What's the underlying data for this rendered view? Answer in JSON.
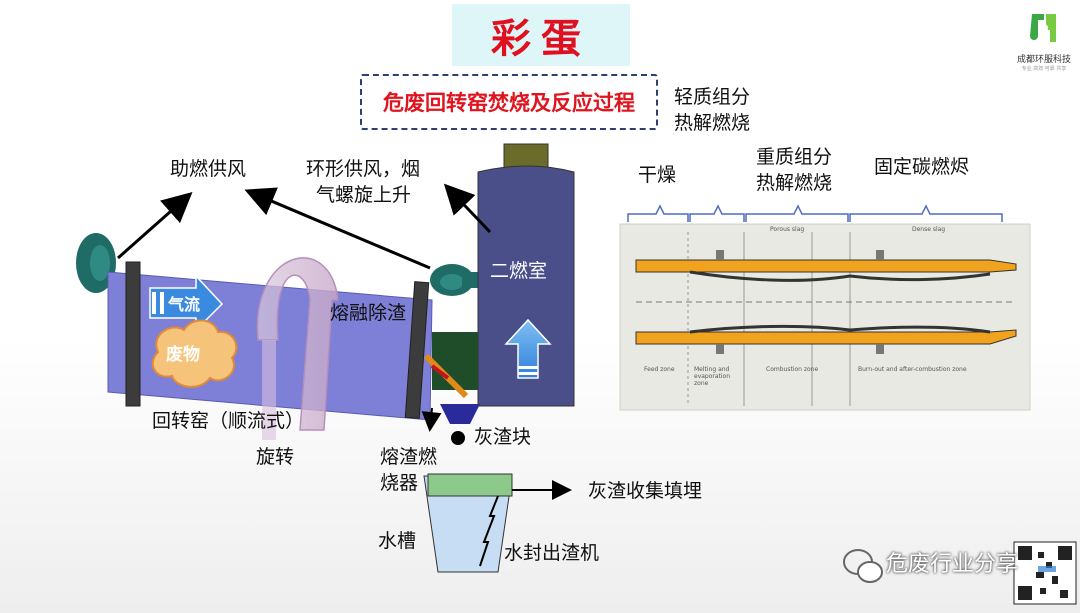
{
  "banner": {
    "title": "彩蛋"
  },
  "heading": "危废回转窑焚烧及反应过程",
  "logo": {
    "name": "成都环服科技",
    "slogan": "专业 高效 可靠 共享"
  },
  "labels": {
    "assist_air": "助燃供风",
    "ring_air_line1": "环形供风，烟",
    "ring_air_line2": "气螺旋上升",
    "gas_flow": "气流",
    "waste": "废物",
    "molten_slag": "熔融除渣",
    "kiln": "回转窑（顺流式）",
    "rotation": "旋转",
    "slag_burner_line1": "熔渣燃",
    "slag_burner_line2": "烧器",
    "ash_block": "灰渣块",
    "ash_collect": "灰渣收集填埋",
    "water_tank": "水槽",
    "water_seal": "水封出渣机",
    "secondary_chamber": "二燃室",
    "light_comp_line1": "轻质组分",
    "light_comp_line2": "热解燃烧",
    "drying": "干燥",
    "heavy_comp_line1": "重质组分",
    "heavy_comp_line2": "热解燃烧",
    "fixed_carbon": "固定碳燃烬"
  },
  "zone_figure": {
    "top_labels": [
      "Porous slag",
      "Dense slag"
    ],
    "bottom_labels": [
      "Feed zone",
      "Melting and evaporation zone",
      "Combustion zone",
      "Burn-out and after-combustion zone"
    ]
  },
  "watermark": "危废行业分享",
  "colors": {
    "accent_red": "#e0141e",
    "kiln_fill": "#7e7fd6",
    "chamber_fill": "#4a4f8a",
    "fan_fill": "#1f6b66",
    "tank_fill": "#c6ddf3",
    "tank_top": "#8cc98a",
    "brace": "#4f6cc0"
  },
  "icons": [
    "spiral-arrow-icon",
    "blue-flow-arrow-icon",
    "cloud-shape-icon",
    "fan-icon",
    "qr-code-icon",
    "wechat-icon"
  ]
}
